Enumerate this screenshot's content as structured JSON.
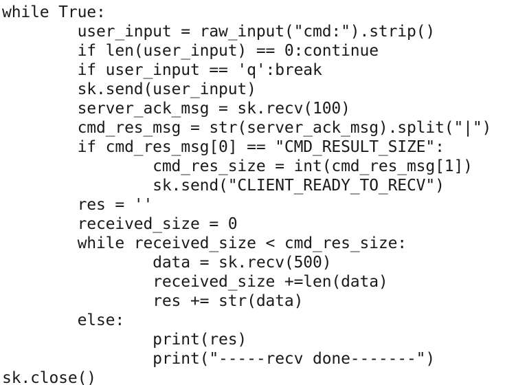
{
  "editor": {
    "lines": [
      "while True:",
      "        user_input = raw_input(\"cmd:\").strip()",
      "        if len(user_input) == 0:continue",
      "        if user_input == 'q':break",
      "        sk.send(user_input)",
      "        server_ack_msg = sk.recv(100)",
      "        cmd_res_msg = str(server_ack_msg).split(\"|\")",
      "        if cmd_res_msg[0] == \"CMD_RESULT_SIZE\":",
      "                cmd_res_size = int(cmd_res_msg[1])",
      "                sk.send(\"CLIENT_READY_TO_RECV\")",
      "        res = ''",
      "        received_size = 0",
      "        while received_size < cmd_res_size:",
      "                data = sk.recv(500)",
      "                received_size +=len(data)",
      "                res += str(data)",
      "        else:",
      "                print(res)",
      "                print(\"-----recv done-------\")",
      "sk.close()"
    ]
  }
}
